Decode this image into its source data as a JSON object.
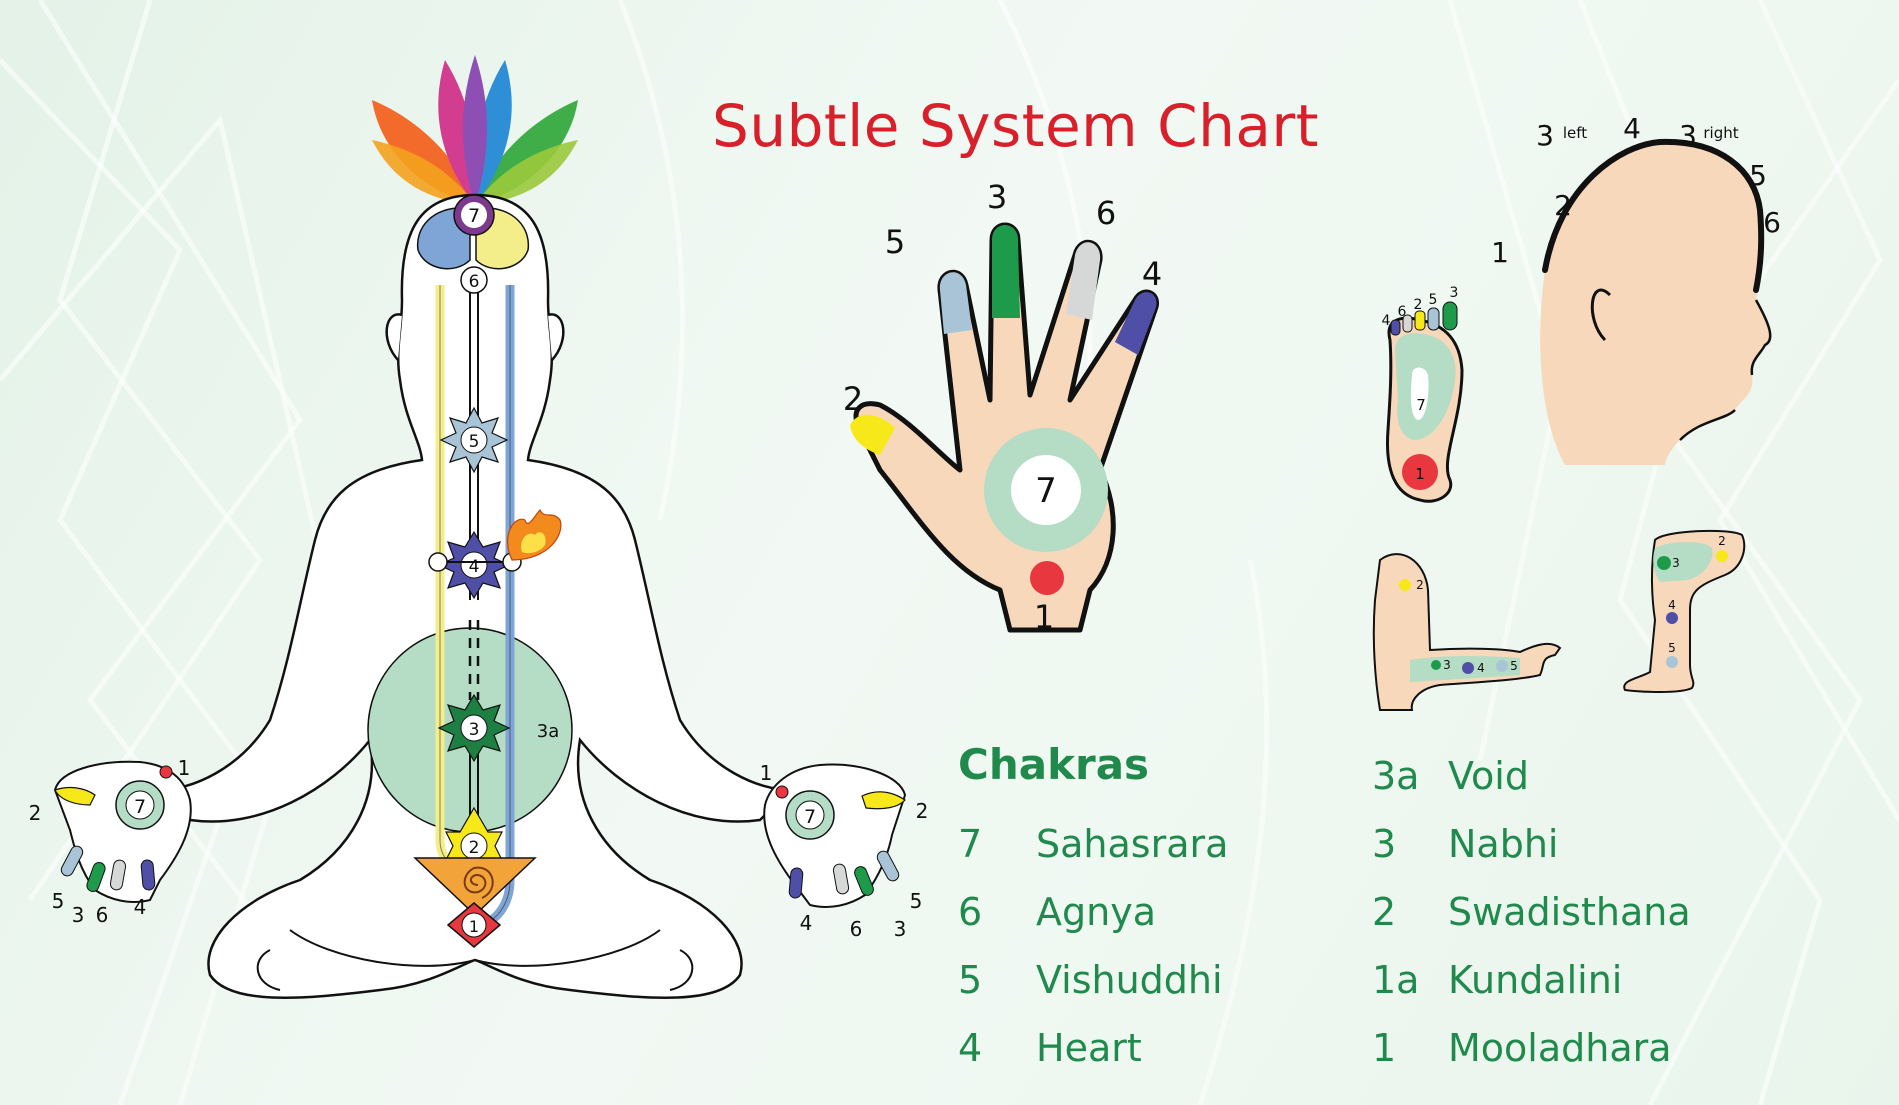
{
  "title": "Subtle System Chart",
  "legend": {
    "heading": "Chakras",
    "column1": [
      {
        "num": "7",
        "name": "Sahasrara"
      },
      {
        "num": "6",
        "name": "Agnya"
      },
      {
        "num": "5",
        "name": "Vishuddhi"
      },
      {
        "num": "4",
        "name": "Heart"
      }
    ],
    "column2": [
      {
        "num": "3a",
        "name": "Void"
      },
      {
        "num": "3",
        "name": "Nabhi"
      },
      {
        "num": "2",
        "name": "Swadisthana"
      },
      {
        "num": "1a",
        "name": "Kundalini"
      },
      {
        "num": "1",
        "name": "Mooladhara"
      }
    ]
  },
  "figure_labels": {
    "crown": "7",
    "agnya": "6",
    "vishuddhi": "5",
    "heart": "4",
    "nabhi": "3",
    "void": "3a",
    "swadisthana": "2",
    "mooladhara": "1",
    "left_hand": [
      "1",
      "7",
      "2",
      "5",
      "3",
      "6",
      "4"
    ],
    "right_hand": [
      "1",
      "7",
      "2",
      "4",
      "6",
      "3",
      "5"
    ]
  },
  "big_hand_labels": {
    "thumb": "2",
    "index": "5",
    "middle": "3",
    "ring": "6",
    "little": "4",
    "palm": "7",
    "wrist": "1"
  },
  "head_labels": {
    "left_top": "3",
    "left_word": "left",
    "top": "4",
    "right_top": "3",
    "right_word": "right",
    "back_upper": "5",
    "back_lower": "6",
    "crown_side": "2",
    "forehead": "1"
  },
  "foot_labels": {
    "toes": [
      "4",
      "6",
      "2",
      "5",
      "3"
    ],
    "arch": "7",
    "heel": "1"
  },
  "arm_labels": [
    "2",
    "3",
    "4",
    "5"
  ],
  "leg_labels": [
    "2",
    "3",
    "4",
    "5"
  ],
  "colors": {
    "title": "#d9202a",
    "legend_text": "#1f8a4c",
    "skin": "#f8d8bb",
    "yellow": "#f7e81a",
    "blue_grey": "#a9c4d6",
    "green": "#1e9a4b",
    "grey": "#d6d8d8",
    "indigo": "#4f4fa8",
    "mint": "#b5dcc4",
    "red": "#e8373f"
  }
}
